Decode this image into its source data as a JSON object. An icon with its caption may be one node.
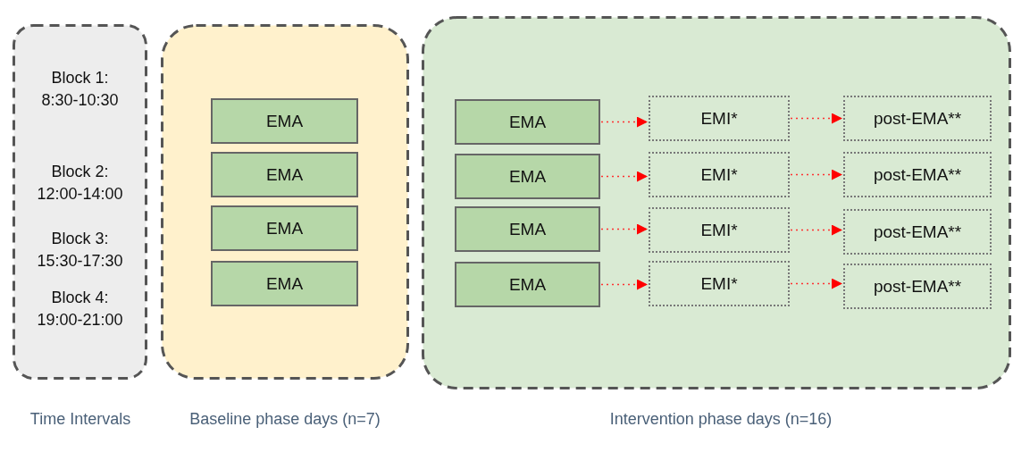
{
  "diagram": {
    "nodes": [
      {
        "text": [
          "Block 1: 8:30-10:30",
          "Block 2: 12:00-14:00",
          "Block 3: 15:30-17:30",
          "Block 4: 19:00-21:00"
        ],
        "beside": [
          "Time Intervals"
        ]
      },
      {
        "text": [],
        "shape": "box",
        "beside": [
          "Baseline phase days (n=7)"
        ]
      },
      {
        "text": [
          "EMA"
        ],
        "in": 1
      },
      {
        "text": [
          "EMA"
        ],
        "in": 1
      },
      {
        "text": [
          "EMA"
        ],
        "in": 1
      },
      {
        "text": [
          "EMA"
        ],
        "in": 1
      },
      {
        "text": [],
        "shape": "box",
        "beside": [
          "Intervention phase days (n=16)"
        ]
      },
      {
        "text": [
          "EMA"
        ],
        "in": 6
      },
      {
        "text": [
          "EMI*"
        ],
        "in": 6
      },
      {
        "text": [
          "post-EMA**"
        ],
        "in": 6
      },
      {
        "text": [
          "EMA"
        ],
        "in": 6
      },
      {
        "text": [
          "EMI*"
        ],
        "in": 6
      },
      {
        "text": [
          "post-EMA**"
        ],
        "in": 6
      },
      {
        "text": [
          "EMA"
        ],
        "in": 6
      },
      {
        "text": [
          "EMI*"
        ],
        "in": 6
      },
      {
        "text": [
          "post-EMA**"
        ],
        "in": 6
      },
      {
        "text": [
          "EMA"
        ],
        "in": 6
      },
      {
        "text": [
          "EMI*"
        ],
        "in": 6
      },
      {
        "text": [
          "post-EMA**"
        ],
        "in": 6
      }
    ],
    "edges": [
      {
        "from": 7,
        "to": 8,
        "arrow": "to",
        "style": "dashed"
      },
      {
        "from": 8,
        "to": 9,
        "arrow": "to",
        "style": "dashed"
      },
      {
        "from": 10,
        "to": 11,
        "arrow": "to",
        "style": "dashed"
      },
      {
        "from": 11,
        "to": 12,
        "arrow": "to",
        "style": "dashed"
      },
      {
        "from": 13,
        "to": 14,
        "arrow": "to",
        "style": "dashed"
      },
      {
        "from": 14,
        "to": 15,
        "arrow": "to",
        "style": "dashed"
      },
      {
        "from": 16,
        "to": 17,
        "arrow": "to",
        "style": "dashed"
      },
      {
        "from": 17,
        "to": 18,
        "arrow": "to",
        "style": "dashed"
      }
    ]
  }
}
